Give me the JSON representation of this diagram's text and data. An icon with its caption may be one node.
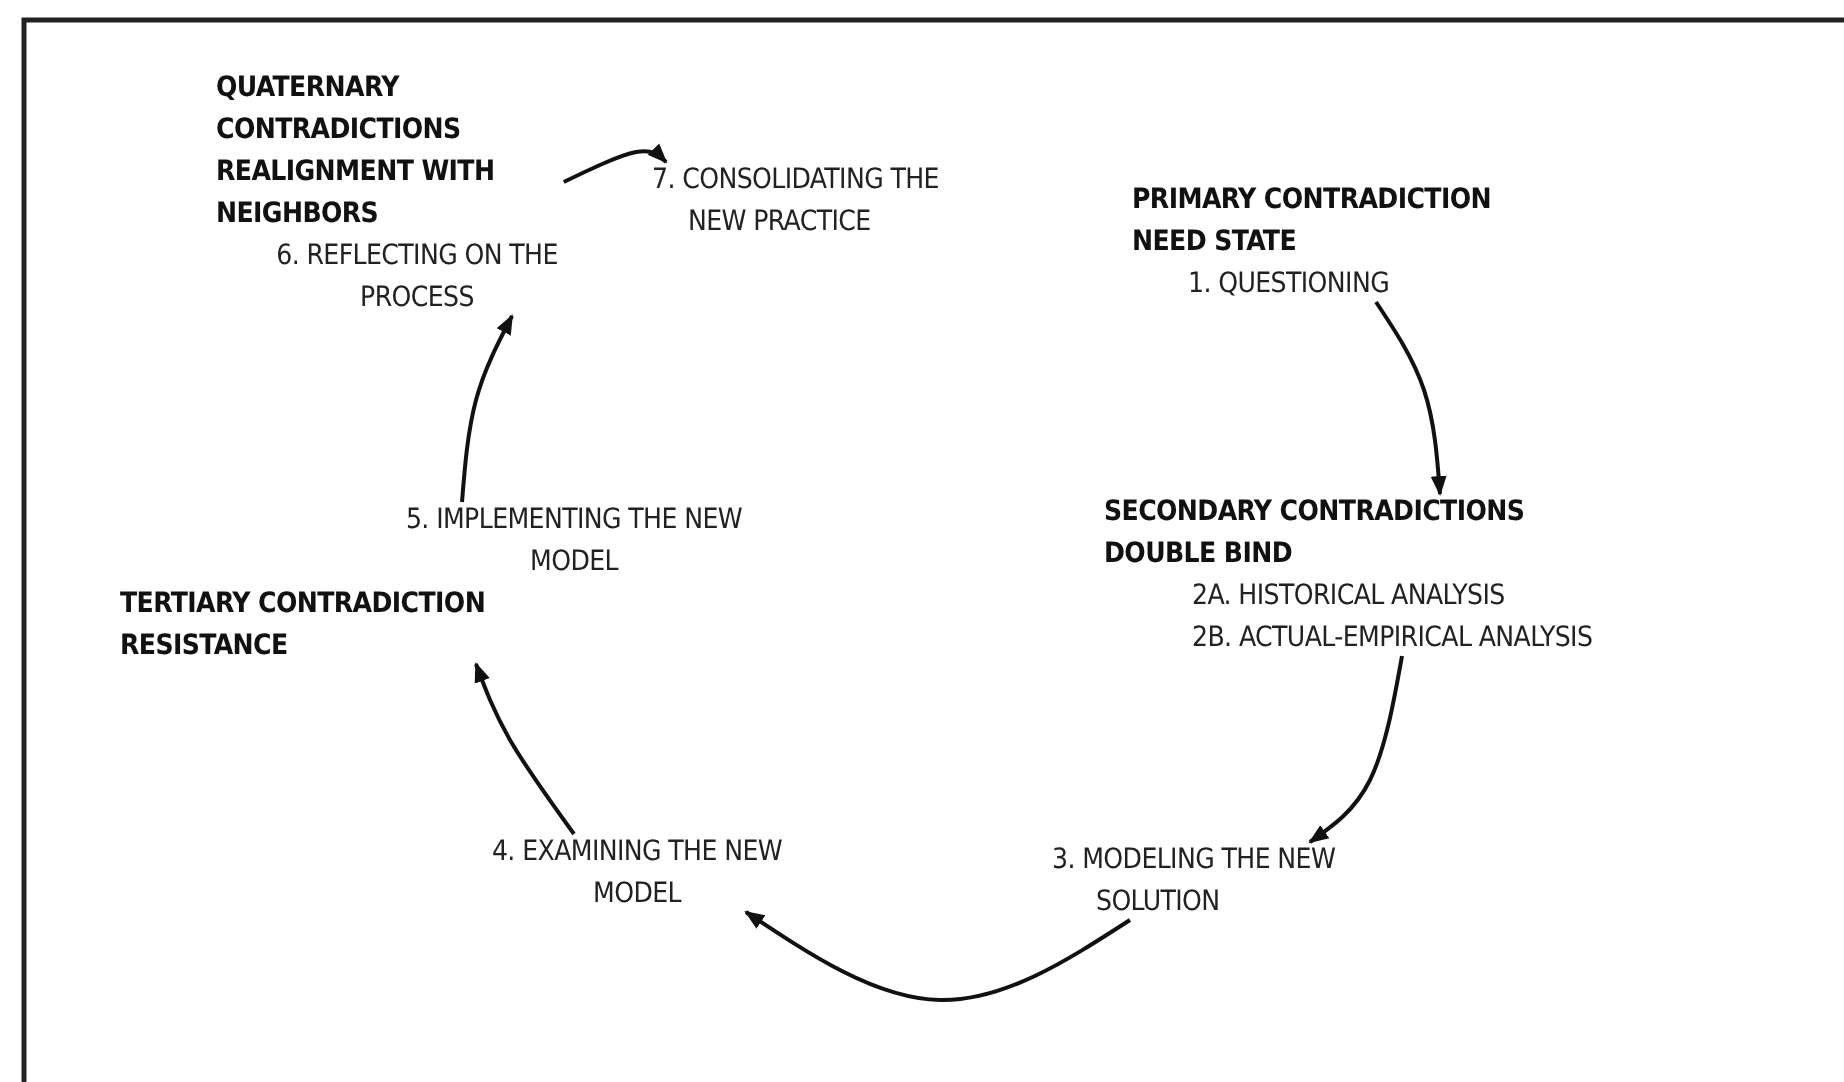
{
  "diagram": {
    "nodes": [
      {
        "text": [
          "PRIMARY CONTRADICTION",
          "NEED STATE",
          "1. QUESTIONING"
        ]
      },
      {
        "text": [
          "SECONDARY CONTRADICTIONS",
          "DOUBLE BIND",
          "2A. HISTORICAL ANALYSIS",
          "2B. ACTUAL-EMPIRICAL ANALYSIS"
        ]
      },
      {
        "text": [
          "3. MODELING THE NEW SOLUTION"
        ]
      },
      {
        "text": [
          "4. EXAMINING THE NEW MODEL"
        ]
      },
      {
        "text": [
          "5. IMPLEMENTING THE NEW MODEL",
          "TERTIARY CONTRADICTION",
          "RESISTANCE"
        ]
      },
      {
        "text": [
          "QUATERNARY CONTRADICTIONS",
          "REALIGNMENT WITH NEIGHBORS",
          "6. REFLECTING ON THE PROCESS"
        ]
      },
      {
        "text": [
          "7. CONSOLIDATING THE NEW PRACTICE"
        ]
      }
    ],
    "edges": [
      {
        "from": 0,
        "to": 1,
        "arrow": "to"
      },
      {
        "from": 1,
        "to": 2,
        "arrow": "to"
      },
      {
        "from": 2,
        "to": 3,
        "arrow": "to"
      },
      {
        "from": 3,
        "to": 4,
        "arrow": "to"
      },
      {
        "from": 4,
        "to": 5,
        "arrow": "to"
      },
      {
        "from": 5,
        "to": 6,
        "arrow": "to"
      }
    ]
  }
}
